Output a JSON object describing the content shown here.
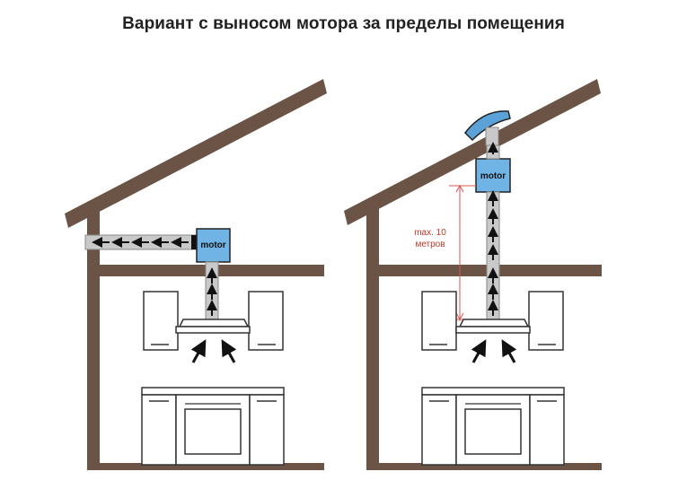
{
  "title": "Вариант с выносом мотора за пределы помещения",
  "left_scheme": {
    "motor_label": "motor"
  },
  "right_scheme": {
    "motor_label": "motor",
    "distance_label_line1": "max. 10",
    "distance_label_line2": "метров"
  },
  "colors": {
    "wall": "#6b5446",
    "duct": "#c9c9c9",
    "motor": "#6fb4e4",
    "cap": "#5aa2d8",
    "dimension": "#d9534f",
    "outline": "#222222"
  }
}
